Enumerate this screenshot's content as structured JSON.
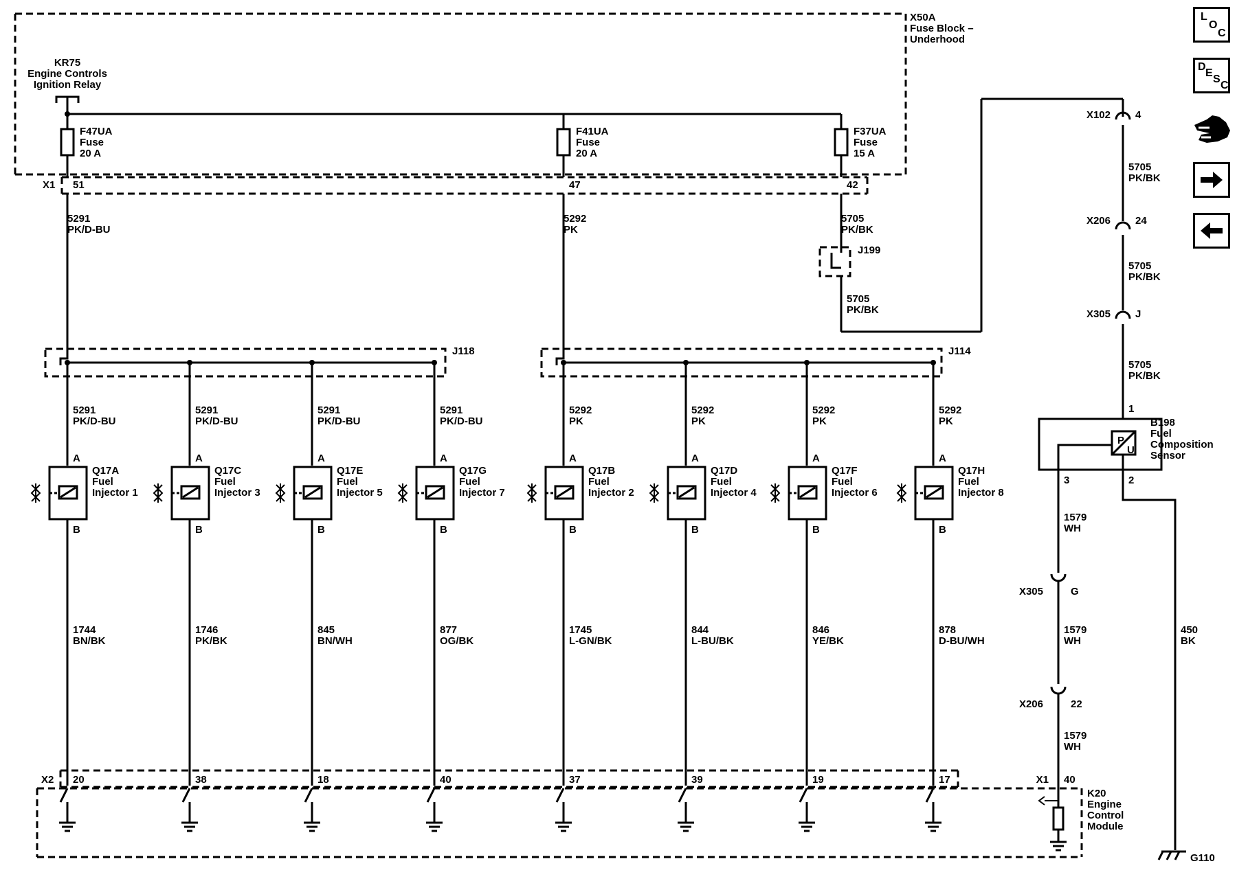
{
  "fuse_block": {
    "name": "X50A",
    "line1": "Fuse Block –",
    "line2": "Underhood"
  },
  "relay": {
    "name": "KR75",
    "line1": "Engine Controls",
    "line2": "Ignition Relay"
  },
  "fuses": [
    {
      "id": "F47UA",
      "type": "Fuse",
      "rating": "20 A",
      "pin": "51",
      "circuit": "5291",
      "color": "PK/D-BU"
    },
    {
      "id": "F41UA",
      "type": "Fuse",
      "rating": "20 A",
      "pin": "47",
      "circuit": "5292",
      "color": "PK"
    },
    {
      "id": "F37UA",
      "type": "Fuse",
      "rating": "15 A",
      "pin": "42",
      "circuit": "5705",
      "color": "PK/BK"
    }
  ],
  "x1_top": "X1",
  "splices": {
    "j118": "J118",
    "j114": "J114",
    "j199": "J199"
  },
  "j199_out": {
    "circuit": "5705",
    "color": "PK/BK"
  },
  "injectors": [
    {
      "id": "Q17A",
      "l1": "Fuel",
      "l2": "Injector 1",
      "pin_a": "A",
      "pin_b": "B",
      "in_circuit": "5291",
      "in_color": "PK/D-BU",
      "out_circuit": "1744",
      "out_color": "BN/BK",
      "ecm_pin": "20"
    },
    {
      "id": "Q17C",
      "l1": "Fuel",
      "l2": "Injector 3",
      "pin_a": "A",
      "pin_b": "B",
      "in_circuit": "5291",
      "in_color": "PK/D-BU",
      "out_circuit": "1746",
      "out_color": "PK/BK",
      "ecm_pin": "38"
    },
    {
      "id": "Q17E",
      "l1": "Fuel",
      "l2": "Injector 5",
      "pin_a": "A",
      "pin_b": "B",
      "in_circuit": "5291",
      "in_color": "PK/D-BU",
      "out_circuit": "845",
      "out_color": "BN/WH",
      "ecm_pin": "18"
    },
    {
      "id": "Q17G",
      "l1": "Fuel",
      "l2": "Injector 7",
      "pin_a": "A",
      "pin_b": "B",
      "in_circuit": "5291",
      "in_color": "PK/D-BU",
      "out_circuit": "877",
      "out_color": "OG/BK",
      "ecm_pin": "40"
    },
    {
      "id": "Q17B",
      "l1": "Fuel",
      "l2": "Injector 2",
      "pin_a": "A",
      "pin_b": "B",
      "in_circuit": "5292",
      "in_color": "PK",
      "out_circuit": "1745",
      "out_color": "L-GN/BK",
      "ecm_pin": "37"
    },
    {
      "id": "Q17D",
      "l1": "Fuel",
      "l2": "Injector 4",
      "pin_a": "A",
      "pin_b": "B",
      "in_circuit": "5292",
      "in_color": "PK",
      "out_circuit": "844",
      "out_color": "L-BU/BK",
      "ecm_pin": "39"
    },
    {
      "id": "Q17F",
      "l1": "Fuel",
      "l2": "Injector 6",
      "pin_a": "A",
      "pin_b": "B",
      "in_circuit": "5292",
      "in_color": "PK",
      "out_circuit": "846",
      "out_color": "YE/BK",
      "ecm_pin": "19"
    },
    {
      "id": "Q17H",
      "l1": "Fuel",
      "l2": "Injector 8",
      "pin_a": "A",
      "pin_b": "B",
      "in_circuit": "5292",
      "in_color": "PK",
      "out_circuit": "878",
      "out_color": "D-BU/WH",
      "ecm_pin": "17"
    }
  ],
  "sensor_path": {
    "x102": {
      "name": "X102",
      "pin": "4"
    },
    "w1": {
      "circuit": "5705",
      "color": "PK/BK"
    },
    "x206": {
      "name": "X206",
      "pin": "24"
    },
    "w2": {
      "circuit": "5705",
      "color": "PK/BK"
    },
    "x305": {
      "name": "X305",
      "pin": "J"
    },
    "w3": {
      "circuit": "5705",
      "color": "PK/BK"
    }
  },
  "sensor": {
    "id": "B198",
    "l1": "Fuel",
    "l2": "Composition",
    "l3": "Sensor",
    "pin1": "1",
    "pin2": "2",
    "pin3": "3",
    "sym_top": "P",
    "sym_bot": "U"
  },
  "signal_path": {
    "w1": {
      "circuit": "1579",
      "color": "WH"
    },
    "x305": {
      "name": "X305",
      "pin": "G"
    },
    "w2": {
      "circuit": "1579",
      "color": "WH"
    },
    "x206": {
      "name": "X206",
      "pin": "22"
    },
    "w3": {
      "circuit": "1579",
      "color": "WH"
    },
    "x1": {
      "name": "X1",
      "pin": "40"
    }
  },
  "ground_wire": {
    "circuit": "450",
    "color": "BK",
    "ground": "G110"
  },
  "ecm": {
    "x2": "X2",
    "name": "K20",
    "l1": "Engine",
    "l2": "Control",
    "l3": "Module"
  },
  "nav": {
    "loc": [
      "L",
      "O",
      "C"
    ],
    "desc": [
      "D",
      "E",
      "S",
      "C"
    ]
  },
  "icons": {
    "hand": "hand-pointer-icon",
    "next": "arrow-right-icon",
    "prev": "arrow-left-icon"
  }
}
